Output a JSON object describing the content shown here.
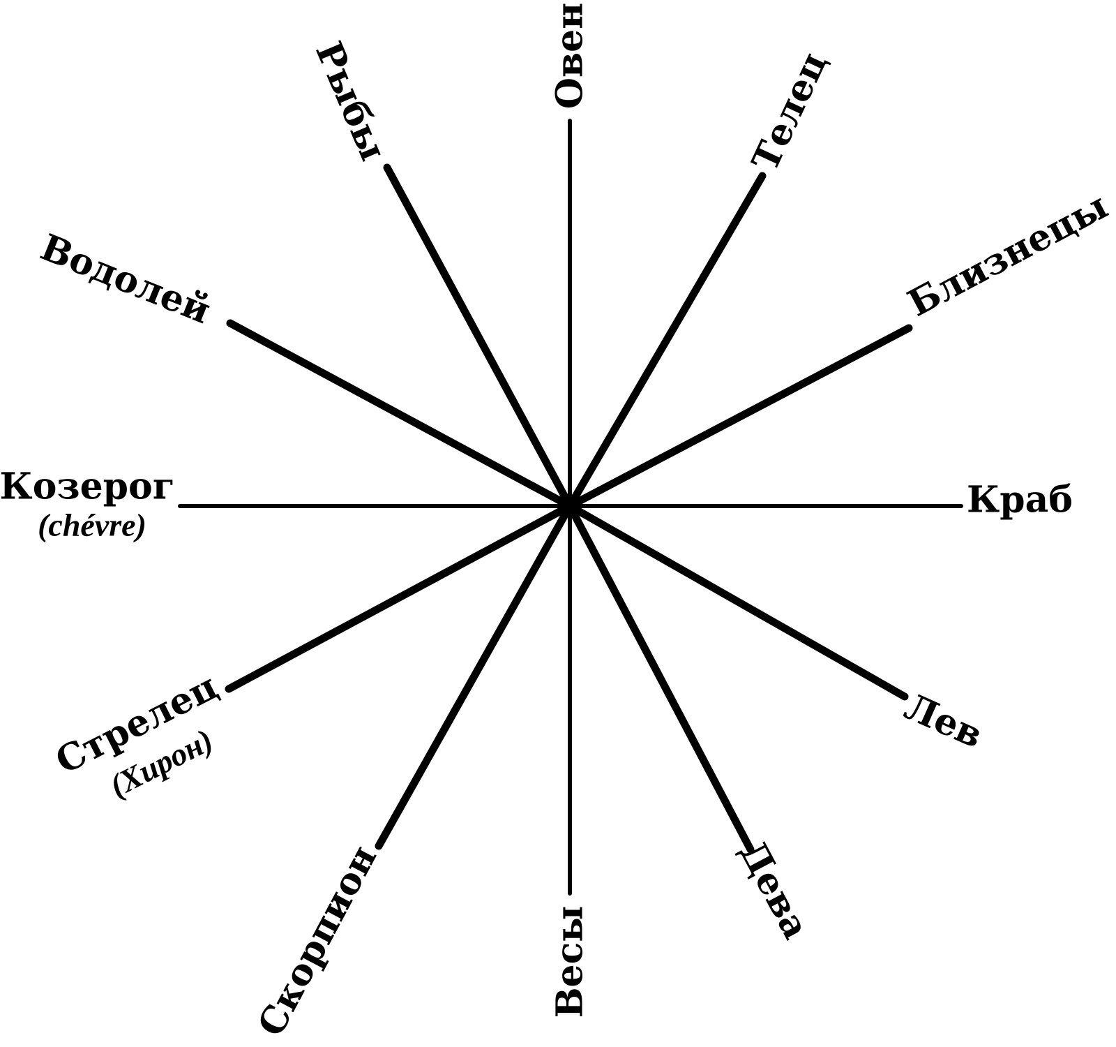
{
  "diagram": {
    "colors": {
      "ink": "#000000",
      "background": "#ffffff"
    },
    "signs": [
      {
        "id": "aries",
        "label": "Овен"
      },
      {
        "id": "taurus",
        "label": "Телец"
      },
      {
        "id": "gemini",
        "label": "Близнецы"
      },
      {
        "id": "cancer",
        "label": "Краб"
      },
      {
        "id": "leo",
        "label": "Лев"
      },
      {
        "id": "virgo",
        "label": "Дева"
      },
      {
        "id": "libra",
        "label": "Весы"
      },
      {
        "id": "scorpio",
        "label": "Скорпион"
      },
      {
        "id": "sagittarius",
        "label": "Стрелец",
        "sublabel": "(Хирон)"
      },
      {
        "id": "capricorn",
        "label": "Козерог",
        "sublabel": "(chévre)"
      },
      {
        "id": "aquarius",
        "label": "Водолей"
      },
      {
        "id": "pisces",
        "label": "Рыбы"
      }
    ]
  }
}
